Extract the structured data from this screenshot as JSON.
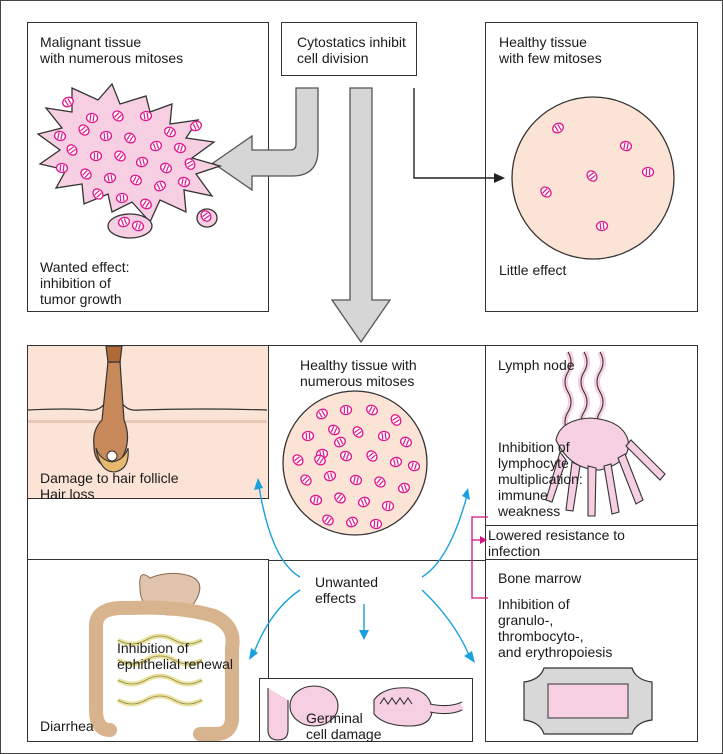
{
  "top": {
    "center_title": "Cytostatics inhibit\ncell division",
    "left_title": "Malignant tissue\nwith numerous mitoses",
    "left_caption": "Wanted effect:\ninhibition of\ntumor growth",
    "right_title": "Healthy tissue\nwith few mitoses",
    "right_caption": "Little effect"
  },
  "middle": {
    "center_title": "Healthy tissue with\nnumerous mitoses",
    "unwanted": "Unwanted\neffects"
  },
  "hair": {
    "caption": "Damage to hair follicle\nHair loss"
  },
  "lymph": {
    "title": "Lymph  node",
    "caption": "Inhibition of\nlymphocyte\nmultiplication:\nimmune\nweakness"
  },
  "resistance": "Lowered resistance to\ninfection",
  "marrow": {
    "title": "Bone marrow",
    "caption": "Inhibition of\ngranulo-,\nthrombocyto-,\nand erythropoiesis"
  },
  "intestine": {
    "caption": "Inhibition of\nephithelial renewal",
    "footer": "Diarrhea"
  },
  "germinal": {
    "caption": "Germinal\ncell damage"
  },
  "colors": {
    "mitosis": "#e0148c",
    "tissue_pink": "#f7cfe3",
    "healthy_peach": "#fbe3d6",
    "arrow_blue": "#1aa0dc",
    "arrow_magenta": "#d01480"
  }
}
